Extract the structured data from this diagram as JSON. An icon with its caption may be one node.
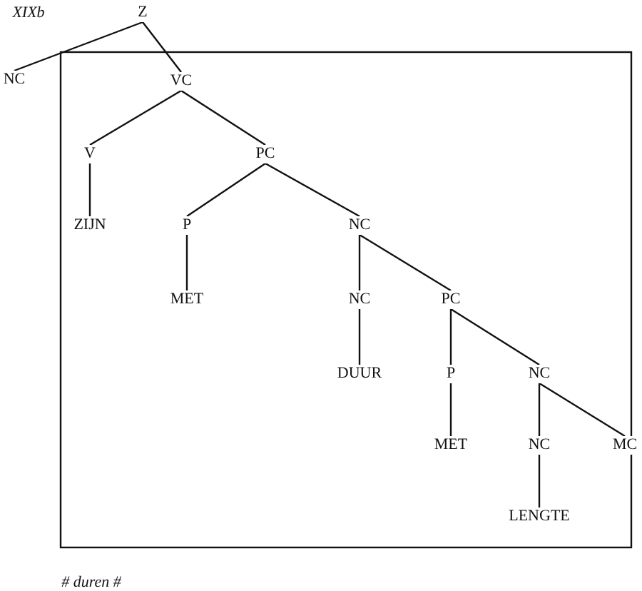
{
  "diagram": {
    "nodes": [
      {
        "text": [
          "Z"
        ]
      },
      {
        "text": [
          "NC"
        ]
      },
      {
        "text": [
          "VC"
        ]
      },
      {
        "text": [
          "V"
        ]
      },
      {
        "text": [
          "PC"
        ]
      },
      {
        "text": [
          "ZIJN"
        ]
      },
      {
        "text": [
          "P"
        ]
      },
      {
        "text": [
          "NC"
        ]
      },
      {
        "text": [
          "MET"
        ]
      },
      {
        "text": [
          "NC"
        ]
      },
      {
        "text": [
          "PC"
        ]
      },
      {
        "text": [
          "DUUR"
        ]
      },
      {
        "text": [
          "P"
        ]
      },
      {
        "text": [
          "NC"
        ]
      },
      {
        "text": [
          "MET"
        ]
      },
      {
        "text": [
          "NC"
        ]
      },
      {
        "text": [
          "MC"
        ]
      },
      {
        "text": [
          "LENGTE"
        ]
      }
    ],
    "edges": [
      {
        "from": 0,
        "to": 1,
        "arrow": "none"
      },
      {
        "from": 0,
        "to": 2,
        "arrow": "none"
      },
      {
        "from": 2,
        "to": 3,
        "arrow": "none"
      },
      {
        "from": 2,
        "to": 4,
        "arrow": "none"
      },
      {
        "from": 3,
        "to": 5,
        "arrow": "none"
      },
      {
        "from": 4,
        "to": 6,
        "arrow": "none"
      },
      {
        "from": 4,
        "to": 7,
        "arrow": "none"
      },
      {
        "from": 6,
        "to": 8,
        "arrow": "none"
      },
      {
        "from": 7,
        "to": 9,
        "arrow": "none"
      },
      {
        "from": 7,
        "to": 10,
        "arrow": "none"
      },
      {
        "from": 9,
        "to": 11,
        "arrow": "none"
      },
      {
        "from": 10,
        "to": 12,
        "arrow": "none"
      },
      {
        "from": 10,
        "to": 13,
        "arrow": "none"
      },
      {
        "from": 12,
        "to": 14,
        "arrow": "none"
      },
      {
        "from": 13,
        "to": 15,
        "arrow": "none"
      },
      {
        "from": 13,
        "to": 16,
        "arrow": "none"
      },
      {
        "from": 15,
        "to": 17,
        "arrow": "none"
      }
    ],
    "labels": [
      "XIXb",
      "# duren #"
    ]
  }
}
